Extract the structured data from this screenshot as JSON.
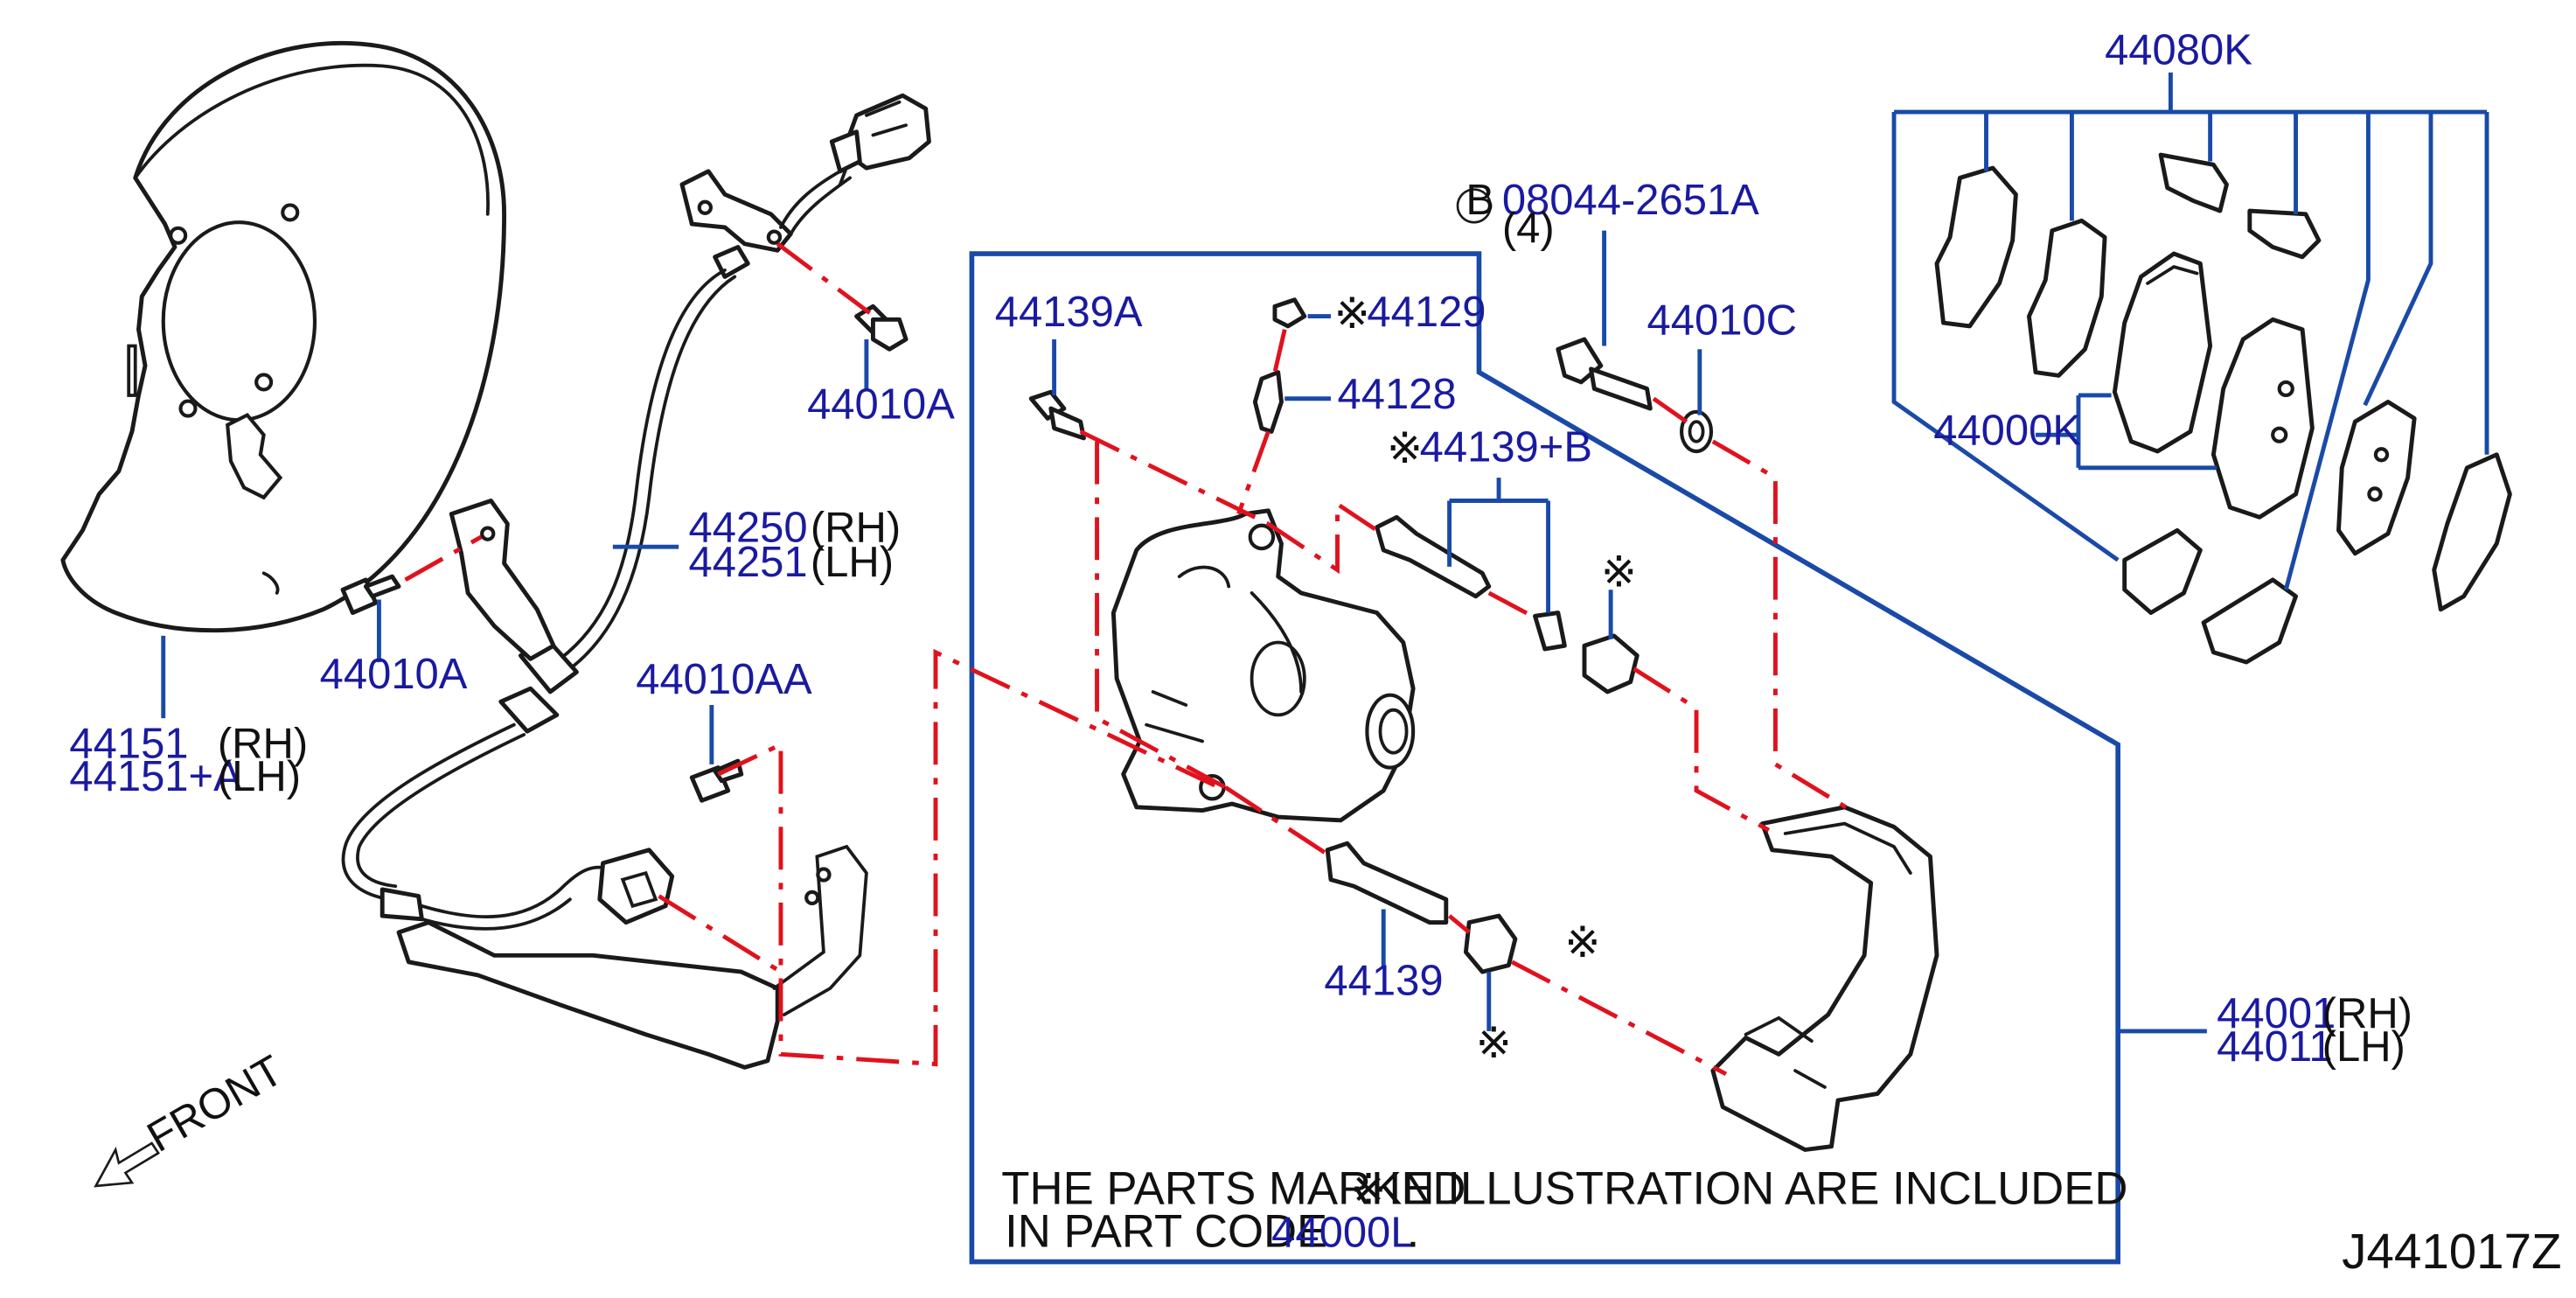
{
  "labels": {
    "shield_rh": "44151",
    "shield_rh_side": "(RH)",
    "shield_lh": "44151+A",
    "shield_lh_side": "(LH)",
    "bolt_44010A_top": "44010A",
    "bolt_44010A_left": "44010A",
    "bolt_44010AA": "44010AA",
    "sensor_rh": "44250",
    "sensor_rh_side": "(RH)",
    "sensor_lh": "44251",
    "sensor_lh_side": "(LH)",
    "bolt_44139A": "44139A",
    "cap_44129": "44129",
    "bleeder_44128": "44128",
    "pin_44139B": "44139+B",
    "pin_44139": "44139",
    "bolt_b_code": "08044-2651A",
    "bolt_b_qty": "(4)",
    "bolt_b_circle": "B",
    "washer_44010C": "44010C",
    "hardware_44080K": "44080K",
    "pads_44000K": "44000K",
    "caliper_rh": "44001",
    "caliper_rh_side": "(RH)",
    "caliper_lh": "44011",
    "caliper_lh_side": "(LH)",
    "asterisk": "※"
  },
  "note": {
    "line1_a": "THE   PARTS   MARKED",
    "line1_b": "IN   ILLUSTRATION   ARE   INCLUDED",
    "line2_a": "IN   PART   CODE",
    "line2_code": "44000L",
    "line2_end": "."
  },
  "front_label": "FRONT",
  "diagram_code": "J441017Z",
  "colors": {
    "part_number": "#1a1aa0",
    "leader_line": "#1a4aa8",
    "dash_line": "#e0121e",
    "outline": "#1a1a1a"
  }
}
